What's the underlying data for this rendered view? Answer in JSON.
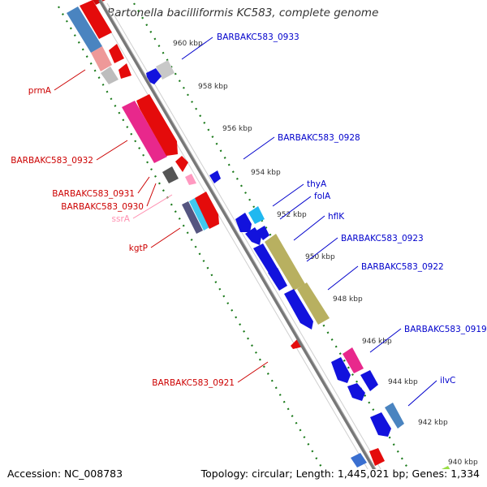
{
  "title": "Bartonella bacilliformis KC583, complete genome",
  "accession": "Accession: NC_008783",
  "topology": "Topology: circular; Length: 1,445,021 bp; Genes: 1,334",
  "colors": {
    "backbone": "#8a8a8a",
    "ticks": "#1b7a1b",
    "forward_label": "#0000cc",
    "reverse_label": "#cc0000",
    "rna_label": "#ff8fb0"
  },
  "scale": [
    {
      "label": "960 kbp"
    },
    {
      "label": "958 kbp"
    },
    {
      "label": "956 kbp"
    },
    {
      "label": "954 kbp"
    },
    {
      "label": "952 kbp"
    },
    {
      "label": "950 kbp"
    },
    {
      "label": "948 kbp"
    },
    {
      "label": "946 kbp"
    },
    {
      "label": "944 kbp"
    },
    {
      "label": "942 kbp"
    },
    {
      "label": "940 kbp"
    }
  ],
  "forward_labels": [
    "BARBAKC583_0933",
    "BARBAKC583_0928",
    "thyA",
    "folA",
    "hflK",
    "BARBAKC583_0923",
    "BARBAKC583_0922",
    "BARBAKC583_0919",
    "ilvC"
  ],
  "reverse_labels": [
    "prmA",
    "BARBAKC583_0932",
    "BARBAKC583_0931",
    "BARBAKC583_0930",
    "ssrA",
    "kgtP",
    "BARBAKC583_0921"
  ]
}
